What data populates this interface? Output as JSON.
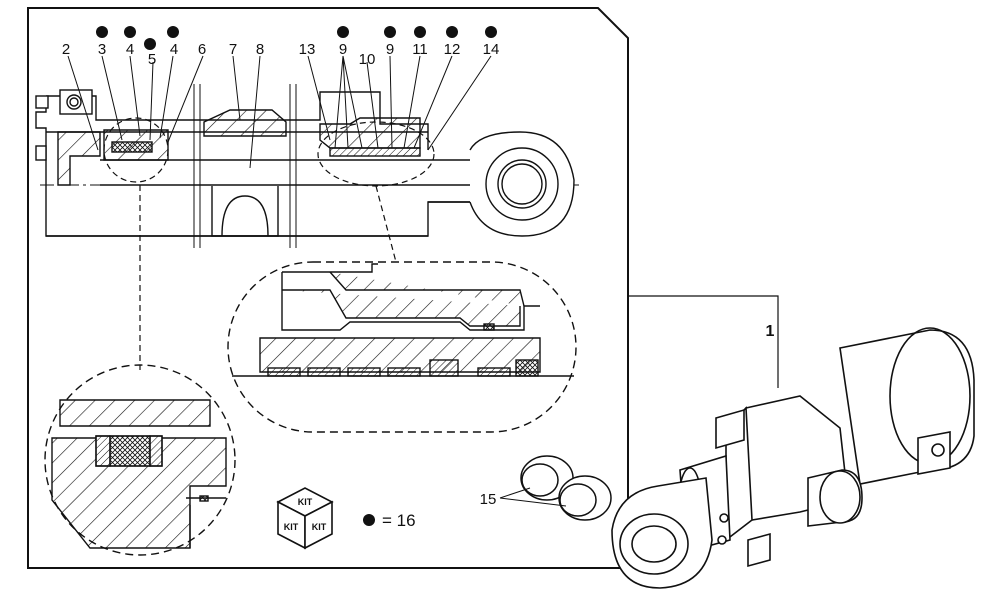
{
  "callouts": {
    "c1": "1",
    "c2": "2",
    "c3": "3",
    "c4a": "4",
    "c5": "5",
    "c4b": "4",
    "c6": "6",
    "c7": "7",
    "c8": "8",
    "c13": "13",
    "c9a": "9",
    "c10": "10",
    "c9b": "9",
    "c11": "11",
    "c12": "12",
    "c14": "14",
    "c15": "15"
  },
  "kit": {
    "top": "KIT",
    "left": "KIT",
    "right": "KIT"
  },
  "legend": {
    "equals": "= 16"
  }
}
